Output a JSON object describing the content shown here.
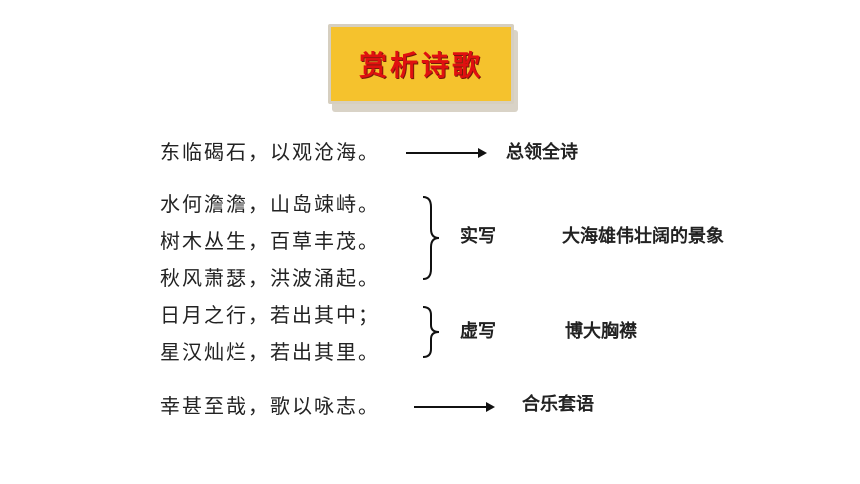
{
  "title": "赏析诗歌",
  "lines": [
    "东临碣石，以观沧海。",
    "水何澹澹，山岛竦峙。",
    "树木丛生，百草丰茂。",
    "秋风萧瑟，洪波涌起。",
    "日月之行，若出其中；",
    "星汉灿烂，若出其里。",
    "幸甚至哉，歌以咏志。"
  ],
  "annotations": {
    "first": "总领全诗",
    "real_type": "实写",
    "real_desc": "大海雄伟壮阔的景象",
    "virtual_type": "虚写",
    "virtual_desc": "博大胸襟",
    "last": "合乐套语"
  }
}
